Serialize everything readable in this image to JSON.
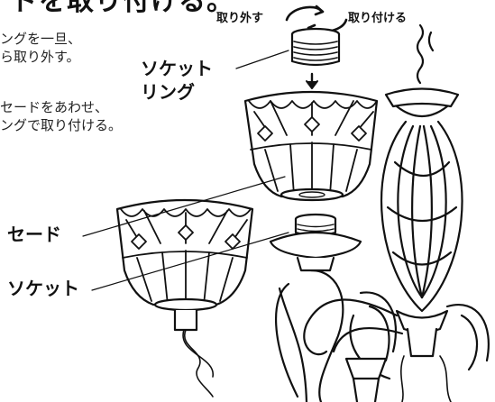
{
  "heading": {
    "partial": "ドを取り付ける。"
  },
  "instructions": {
    "line1": "ングを一旦、",
    "line2": "ら取り外す。",
    "line3": "セードをあわせ、",
    "line4": "ングで取り付ける。"
  },
  "rotation": {
    "remove": "取り外す",
    "attach": "取り付ける"
  },
  "labels": {
    "socket_ring_line1": "ソケット",
    "socket_ring_line2": "リング",
    "shade": "セード",
    "socket": "ソケット"
  }
}
